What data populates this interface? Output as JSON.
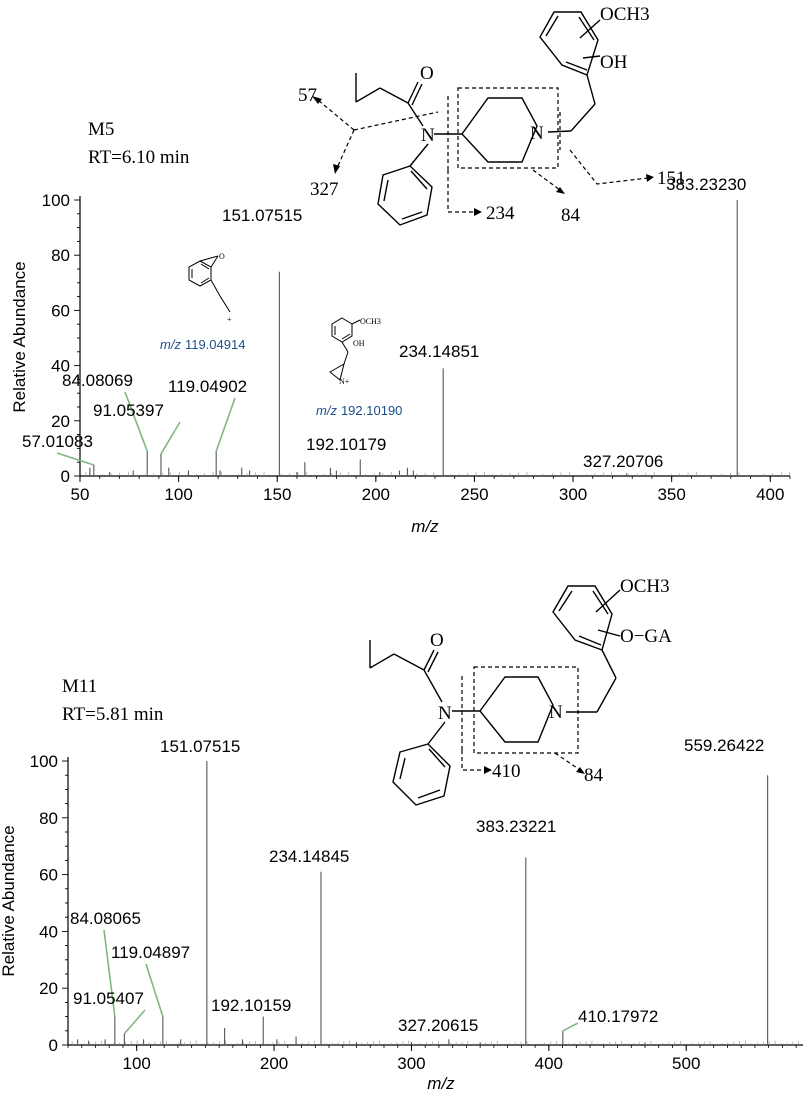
{
  "chart_data": [
    {
      "type": "bar",
      "sample": "M5",
      "rt": "RT=6.10 min",
      "xlabel": "m/z",
      "ylabel": "Relative Abundance",
      "xlim": [
        50,
        410
      ],
      "ylim": [
        0,
        100
      ],
      "xticks": [
        50,
        100,
        150,
        200,
        250,
        300,
        350,
        400
      ],
      "yticks": [
        0,
        20,
        40,
        60,
        80,
        100
      ],
      "peaks": [
        {
          "mz": 55,
          "abundance": 3
        },
        {
          "mz": 57.01083,
          "abundance": 4
        },
        {
          "mz": 65,
          "abundance": 1.5
        },
        {
          "mz": 77,
          "abundance": 2
        },
        {
          "mz": 84.08069,
          "abundance": 9
        },
        {
          "mz": 91.05397,
          "abundance": 8
        },
        {
          "mz": 95,
          "abundance": 3
        },
        {
          "mz": 105,
          "abundance": 2
        },
        {
          "mz": 119.04902,
          "abundance": 9
        },
        {
          "mz": 121,
          "abundance": 2
        },
        {
          "mz": 132,
          "abundance": 3
        },
        {
          "mz": 136,
          "abundance": 2
        },
        {
          "mz": 151.07515,
          "abundance": 74
        },
        {
          "mz": 160,
          "abundance": 1.5
        },
        {
          "mz": 164,
          "abundance": 5
        },
        {
          "mz": 177,
          "abundance": 3
        },
        {
          "mz": 180,
          "abundance": 2
        },
        {
          "mz": 192.10179,
          "abundance": 6
        },
        {
          "mz": 202,
          "abundance": 1.5
        },
        {
          "mz": 212,
          "abundance": 2
        },
        {
          "mz": 216,
          "abundance": 3
        },
        {
          "mz": 219,
          "abundance": 2
        },
        {
          "mz": 234.14851,
          "abundance": 39
        },
        {
          "mz": 327.20706,
          "abundance": 1
        },
        {
          "mz": 383.2323,
          "abundance": 100
        }
      ],
      "labels": [
        {
          "text": "57.01083",
          "mz": 57.01083
        },
        {
          "text": "84.08069",
          "mz": 84.08069
        },
        {
          "text": "91.05397",
          "mz": 91.05397
        },
        {
          "text": "119.04902",
          "mz": 119.04902
        },
        {
          "text": "151.07515",
          "mz": 151.07515
        },
        {
          "text": "192.10179",
          "mz": 192.10179
        },
        {
          "text": "234.14851",
          "mz": 234.14851
        },
        {
          "text": "327.20706",
          "mz": 327.20706
        },
        {
          "text": "383.23230",
          "mz": 383.2323
        }
      ],
      "fragments": {
        "frag1_prefix": "m/z",
        "frag1_value": "119.04914",
        "frag2_prefix": "m/z",
        "frag2_value": "192.10190"
      },
      "structure": {
        "substituent1": "OCH3",
        "substituent2": "OH",
        "cleavages": [
          "57",
          "327",
          "234",
          "84",
          "151"
        ]
      }
    },
    {
      "type": "bar",
      "sample": "M11",
      "rt": "RT=5.81 min",
      "xlabel": "m/z",
      "ylabel": "Relative Abundance",
      "xlim": [
        50,
        585
      ],
      "ylim": [
        0,
        100
      ],
      "xticks": [
        100,
        200,
        300,
        400,
        500
      ],
      "yticks": [
        0,
        20,
        40,
        60,
        80,
        100
      ],
      "peaks": [
        {
          "mz": 57,
          "abundance": 2
        },
        {
          "mz": 65,
          "abundance": 1.5
        },
        {
          "mz": 77,
          "abundance": 2
        },
        {
          "mz": 84.08065,
          "abundance": 10
        },
        {
          "mz": 91.05407,
          "abundance": 4
        },
        {
          "mz": 105,
          "abundance": 2
        },
        {
          "mz": 119.04897,
          "abundance": 10
        },
        {
          "mz": 132,
          "abundance": 2
        },
        {
          "mz": 151.07515,
          "abundance": 100
        },
        {
          "mz": 164,
          "abundance": 6
        },
        {
          "mz": 177,
          "abundance": 2
        },
        {
          "mz": 192.10159,
          "abundance": 10
        },
        {
          "mz": 202,
          "abundance": 2
        },
        {
          "mz": 216,
          "abundance": 3
        },
        {
          "mz": 234.14845,
          "abundance": 61
        },
        {
          "mz": 260,
          "abundance": 1
        },
        {
          "mz": 300,
          "abundance": 1
        },
        {
          "mz": 327.20615,
          "abundance": 2
        },
        {
          "mz": 350,
          "abundance": 1
        },
        {
          "mz": 383.23221,
          "abundance": 66
        },
        {
          "mz": 410.17972,
          "abundance": 5
        },
        {
          "mz": 470,
          "abundance": 1
        },
        {
          "mz": 559.26422,
          "abundance": 95
        }
      ],
      "labels": [
        {
          "text": "84.08065",
          "mz": 84.08065
        },
        {
          "text": "91.05407",
          "mz": 91.05407
        },
        {
          "text": "119.04897",
          "mz": 119.04897
        },
        {
          "text": "151.07515",
          "mz": 151.07515
        },
        {
          "text": "192.10159",
          "mz": 192.10159
        },
        {
          "text": "234.14845",
          "mz": 234.14845
        },
        {
          "text": "327.20615",
          "mz": 327.20615
        },
        {
          "text": "383.23221",
          "mz": 383.23221
        },
        {
          "text": "410.17972",
          "mz": 410.17972
        },
        {
          "text": "559.26422",
          "mz": 559.26422
        }
      ],
      "structure": {
        "substituent1": "OCH3",
        "substituent2": "O−GA",
        "cleavages": [
          "410",
          "84"
        ]
      }
    }
  ]
}
